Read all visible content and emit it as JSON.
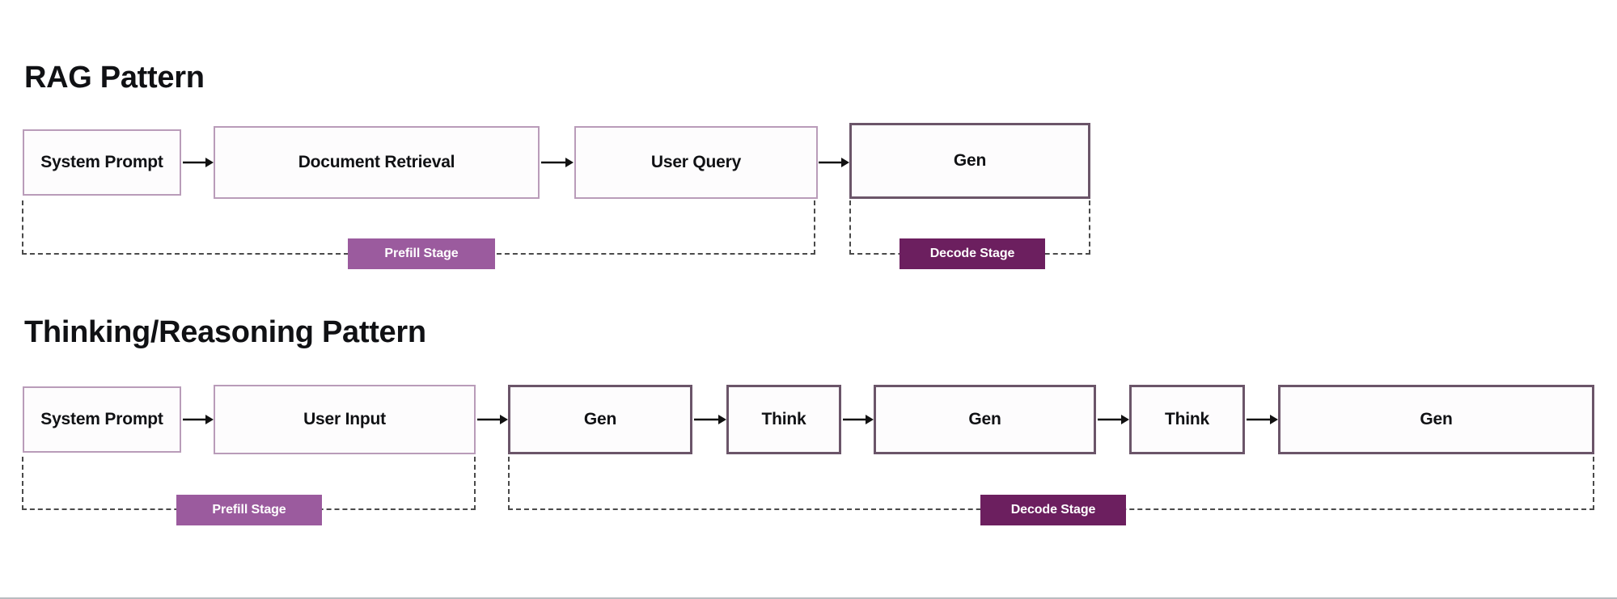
{
  "diagram": {
    "type": "flow-diagram",
    "background_color": "#ffffff",
    "colors": {
      "box_border_light": "#b99cb9",
      "box_border_dark": "#6b5569",
      "box_fill": "#fdfcfd",
      "text": "#101114",
      "prefill_badge": "#9b5b9e",
      "decode_badge": "#6c1f5f",
      "bracket_dash": "#4a4a4a"
    },
    "sections": [
      {
        "id": "rag",
        "title": "RAG Pattern",
        "boxes": [
          {
            "label": "System Prompt",
            "emphasis": "light"
          },
          {
            "label": "Document Retrieval",
            "emphasis": "light"
          },
          {
            "label": "User Query",
            "emphasis": "light"
          },
          {
            "label": "Gen",
            "emphasis": "dark"
          }
        ],
        "stages": [
          {
            "label": "Prefill Stage",
            "covers": [
              "System Prompt",
              "Document Retrieval",
              "User Query"
            ]
          },
          {
            "label": "Decode Stage",
            "covers": [
              "Gen"
            ]
          }
        ]
      },
      {
        "id": "thinking",
        "title": "Thinking/Reasoning  Pattern",
        "boxes": [
          {
            "label": "System Prompt",
            "emphasis": "light"
          },
          {
            "label": "User Input",
            "emphasis": "light"
          },
          {
            "label": "Gen",
            "emphasis": "dark"
          },
          {
            "label": "Think",
            "emphasis": "dark"
          },
          {
            "label": "Gen",
            "emphasis": "dark"
          },
          {
            "label": "Think",
            "emphasis": "dark"
          },
          {
            "label": "Gen",
            "emphasis": "dark"
          }
        ],
        "stages": [
          {
            "label": "Prefill Stage",
            "covers": [
              "System Prompt",
              "User Input"
            ]
          },
          {
            "label": "Decode Stage",
            "covers": [
              "Gen",
              "Think",
              "Gen",
              "Think",
              "Gen"
            ]
          }
        ]
      }
    ]
  }
}
